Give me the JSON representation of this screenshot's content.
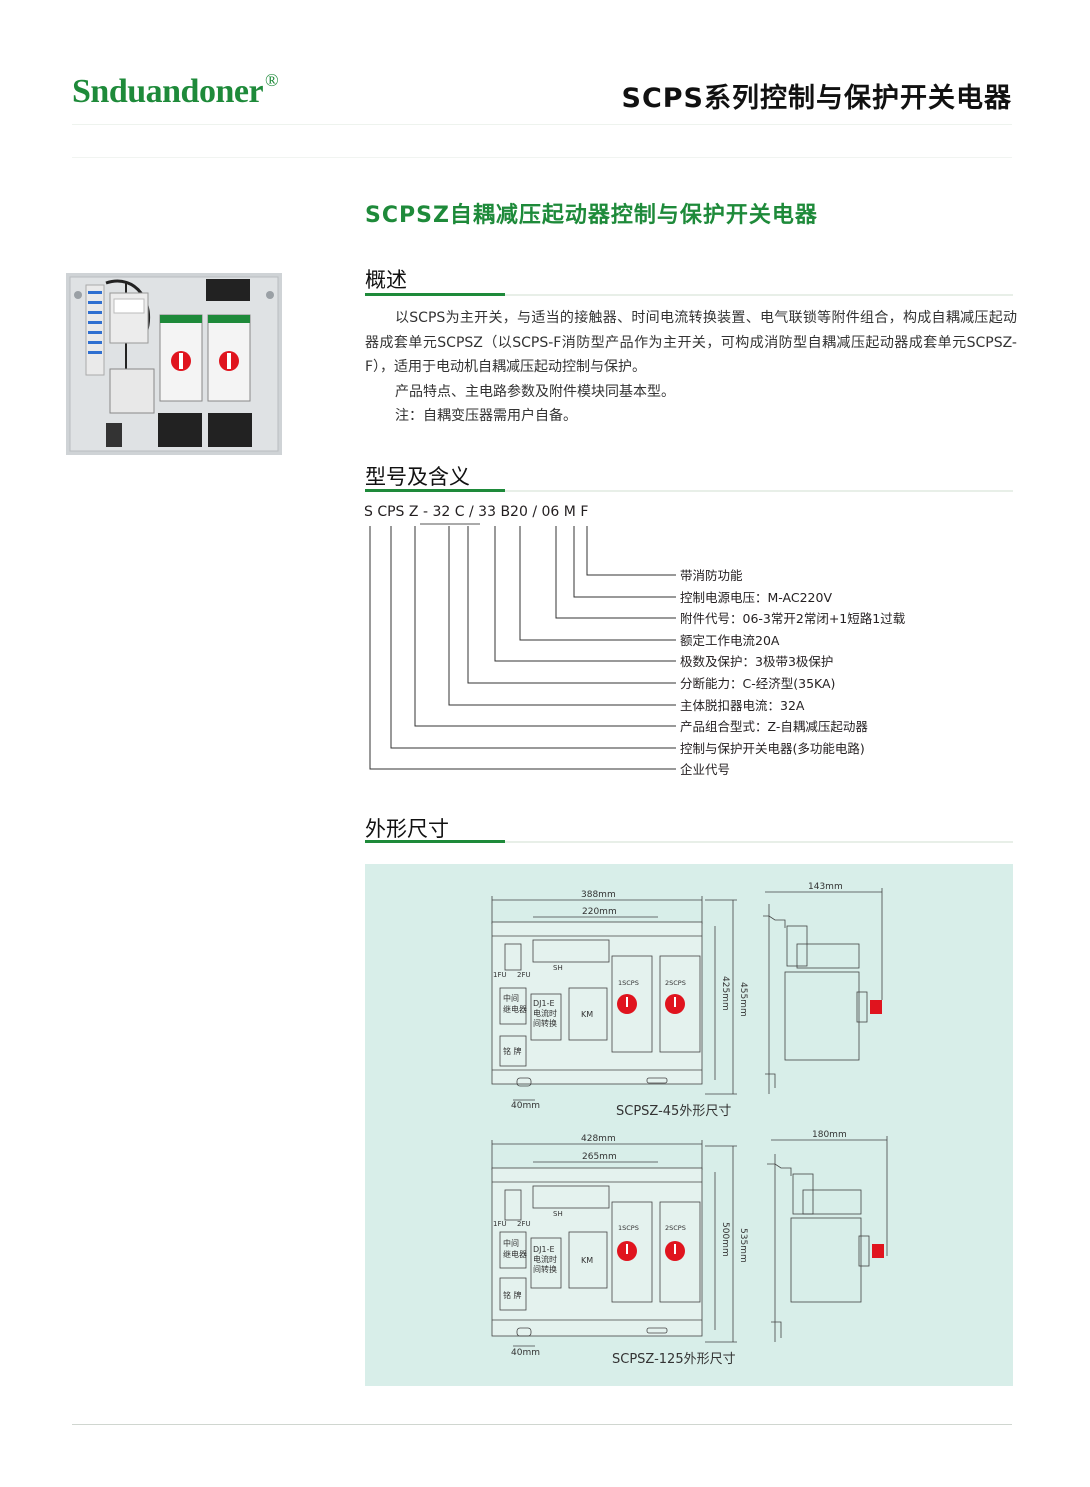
{
  "header": {
    "brand": "Snduandoner",
    "brand_mark": "®",
    "title": "SCPS系列控制与保护开关电器"
  },
  "product_title": "SCPSZ自耦减压起动器控制与保护开关电器",
  "overview": {
    "heading": "概述",
    "p1": "以SCPS为主开关，与适当的接触器、时间电流转换装置、电气联锁等附件组合，构成自耦减压起动器成套单元SCPSZ（以SCPS-F消防型产品作为主开关，可构成消防型自耦减压起动器成套单元SCPSZ-F），适用于电动机自耦减压起动控制与保护。",
    "p2": "产品特点、主电路参数及附件模块同基本型。",
    "p3": "注：自耦变压器需用户自备。"
  },
  "model": {
    "heading": "型号及含义",
    "code_parts": [
      "S",
      "CPS",
      "Z",
      "-",
      "32",
      "C",
      "/",
      "33",
      "B20",
      "/",
      "06",
      "M",
      "F"
    ],
    "meanings": [
      "带消防功能",
      "控制电源电压：M-AC220V",
      "附件代号：06-3常开2常闭+1短路1过载",
      "额定工作电流20A",
      "极数及保护：3极带3极保护",
      "分断能力：C-经济型(35KA)",
      "主体脱扣器电流：32A",
      "产品组合型式：Z-自耦减压起动器",
      "控制与保护开关电器(多功能电路)",
      "企业代号"
    ]
  },
  "dimensions": {
    "heading": "外形尺寸",
    "drawing1": {
      "caption": "SCPSZ-45外形尺寸",
      "width_outer": "388mm",
      "width_inner": "220mm",
      "height_outer": "455mm",
      "height_inner": "425mm",
      "side_depth": "143mm",
      "bottom": "40mm"
    },
    "drawing2": {
      "caption": "SCPSZ-125外形尺寸",
      "width_outer": "428mm",
      "width_inner": "265mm",
      "height_outer": "535mm",
      "height_inner": "500mm",
      "side_depth": "180mm",
      "bottom": "40mm"
    },
    "labels": {
      "fu1": "1FU",
      "fu2": "2FU",
      "sh": "SH",
      "relay": [
        "中间",
        "继电器"
      ],
      "dj": [
        "DJ1-E",
        "电流时",
        "间转换"
      ],
      "km": "KM",
      "nameplate": "铭 牌",
      "scps1": "1SCPS",
      "scps2": "2SCPS"
    }
  },
  "colors": {
    "brand_green": "#1e8a3a",
    "panel_bg": "#d8eee9",
    "switch_red": "#e0141e"
  }
}
